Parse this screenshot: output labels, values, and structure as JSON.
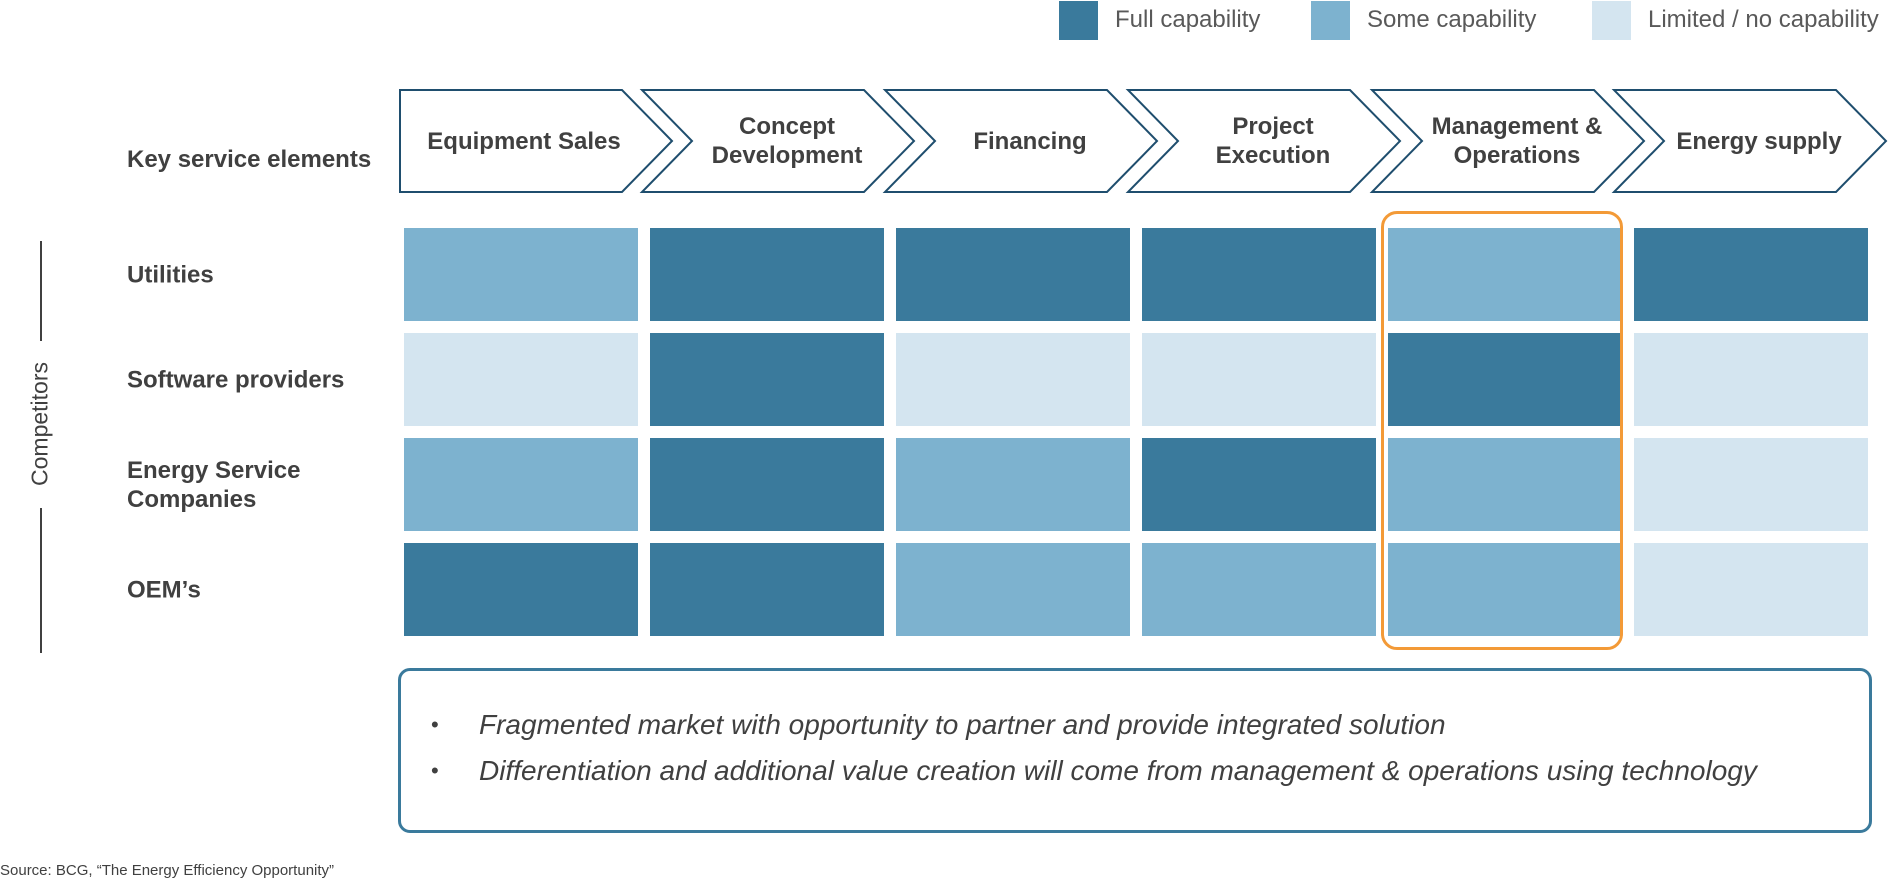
{
  "colors": {
    "full": "#3a7a9c",
    "some": "#7db2cf",
    "limited": "#d4e5f0",
    "highlight": "#f39a37",
    "chevron_stroke": "#1f4e6e"
  },
  "legend": [
    {
      "key": "full",
      "label": "Full capability"
    },
    {
      "key": "some",
      "label": "Some capability"
    },
    {
      "key": "limited",
      "label": "Limited / no capability"
    }
  ],
  "header_label": "Key service elements",
  "service_elements": [
    "Equipment  Sales",
    "Concept Development",
    "Financing",
    "Project Execution",
    "Management & Operations",
    "Energy supply"
  ],
  "axis_label": "Competitors",
  "competitors": [
    {
      "name": "Utilities",
      "capabilities": [
        "some",
        "full",
        "full",
        "full",
        "some",
        "full"
      ]
    },
    {
      "name": "Software providers",
      "capabilities": [
        "limited",
        "full",
        "limited",
        "limited",
        "full",
        "limited"
      ]
    },
    {
      "name": "Energy Service Companies",
      "capabilities": [
        "some",
        "full",
        "some",
        "full",
        "some",
        "limited"
      ]
    },
    {
      "name": "OEM’s",
      "capabilities": [
        "full",
        "full",
        "some",
        "some",
        "some",
        "limited"
      ]
    }
  ],
  "highlighted_element": "Management & Operations",
  "takeaways": [
    "Fragmented market with opportunity to partner and provide integrated solution",
    "Differentiation and additional value creation will come from management & operations using technology"
  ],
  "bullet_glyph": "•",
  "source": "Source:  BCG, “The Energy Efficiency Opportunity”"
}
